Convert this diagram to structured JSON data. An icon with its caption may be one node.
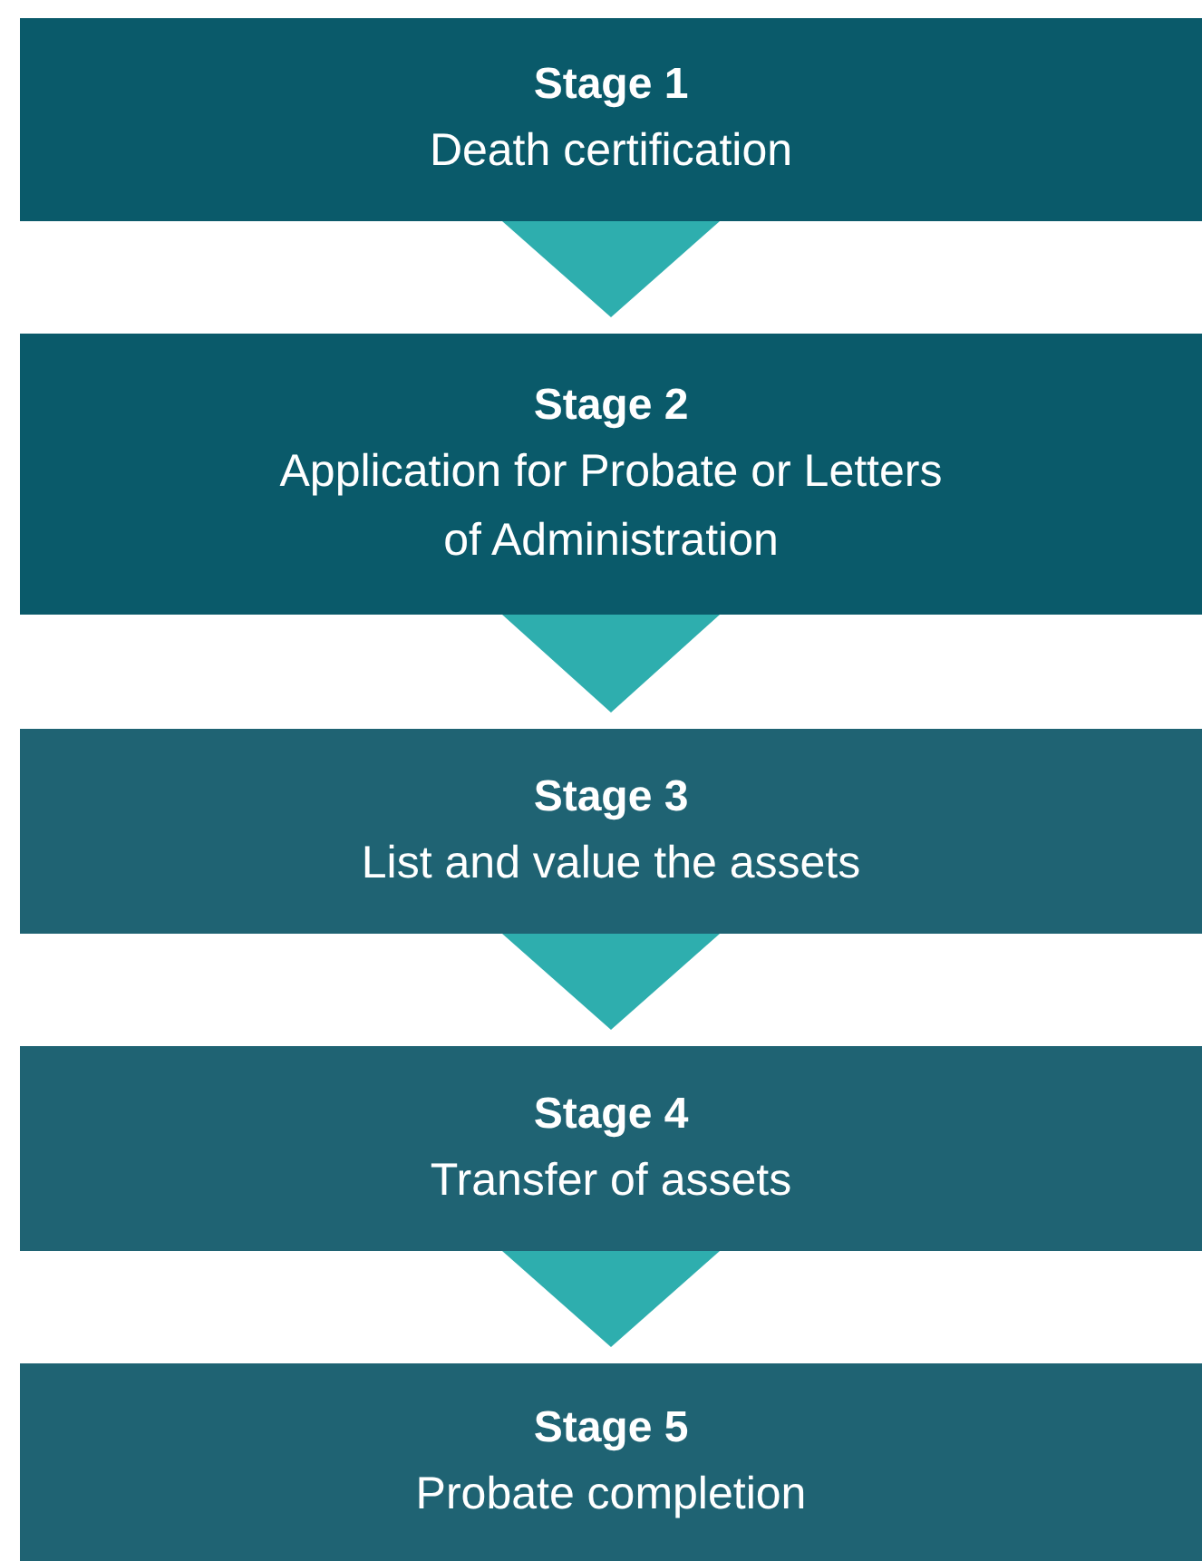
{
  "diagram": {
    "nodes": [
      {
        "text": [
          "Stage 1",
          "Death certification"
        ]
      },
      {
        "text": [
          "Stage 2",
          "Application for Probate or Letters of Administration"
        ]
      },
      {
        "text": [
          "Stage 3",
          "List and value the assets"
        ]
      },
      {
        "text": [
          "Stage 4",
          "Transfer of assets"
        ]
      },
      {
        "text": [
          "Stage 5",
          "Probate completion"
        ]
      }
    ],
    "edges": [
      {
        "from": 0,
        "to": 1,
        "arrow": "to"
      },
      {
        "from": 1,
        "to": 2,
        "arrow": "to"
      },
      {
        "from": 2,
        "to": 3,
        "arrow": "to"
      },
      {
        "from": 3,
        "to": 4,
        "arrow": "to"
      }
    ]
  }
}
